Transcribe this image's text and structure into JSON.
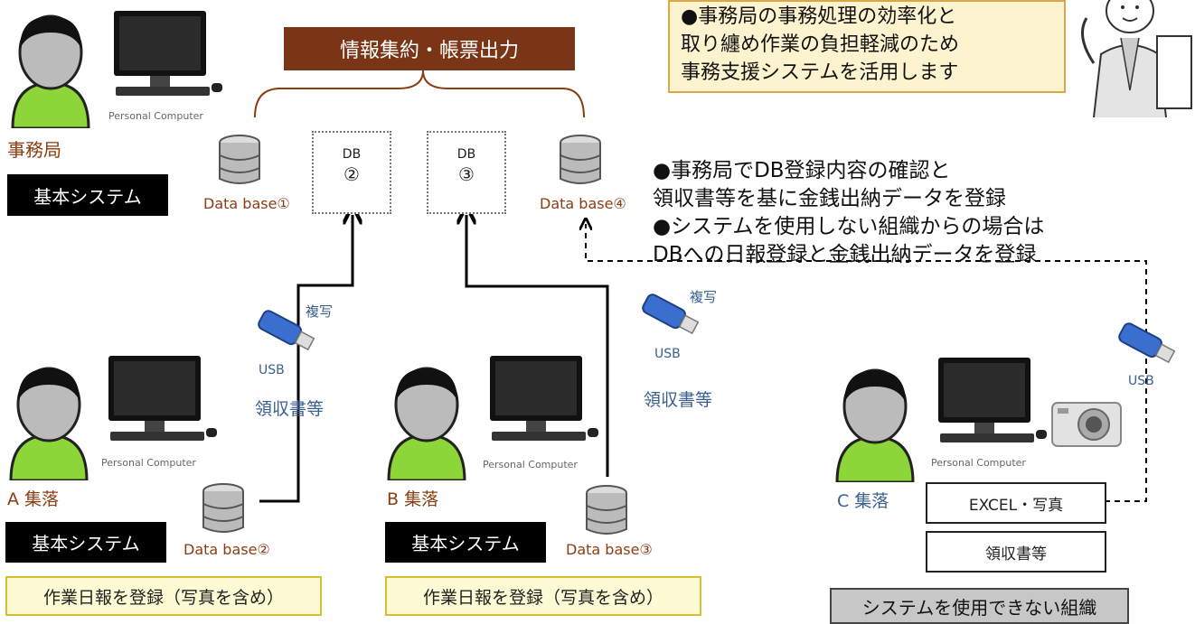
{
  "top_banner": "情報集約・帳票出力",
  "office": {
    "name": "事務局",
    "pc_label": "Personal Computer",
    "system": "基本システム"
  },
  "databases": {
    "db1": "Data base①",
    "db2_title": "DB",
    "db2_num": "②",
    "db3_title": "DB",
    "db3_num": "③",
    "db4": "Data base④"
  },
  "note": {
    "lines": [
      "●事務局の事務処理の効率化と",
      "取り纏め作業の負担軽減のため",
      "事務支援システムを活用します"
    ]
  },
  "info": {
    "lines": [
      "●事務局でDB登録内容の確認と",
      "領収書等を基に金銭出納データを登録",
      "●システムを使用しない組織からの場合は",
      "DBへの日報登録と金銭出納データを登録"
    ]
  },
  "usb": {
    "copy1": "複写",
    "usb1": "USB",
    "receipt1": "領収書等",
    "copy2": "複写",
    "usb2": "USB",
    "receipt2": "領収書等",
    "usb3": "USB"
  },
  "villages": {
    "a": {
      "name": "A 集落",
      "pc_label": "Personal Computer",
      "system": "基本システム",
      "db": "Data base②",
      "task": "作業日報を登録（写真を含め）"
    },
    "b": {
      "name": "B 集落",
      "pc_label": "Personal Computer",
      "system": "基本システム",
      "db": "Data base③",
      "task": "作業日報を登録（写真を含め）"
    },
    "c": {
      "name": "C 集落",
      "pc_label": "Personal Computer",
      "box1": "EXCEL・写真",
      "box2": "領収書等",
      "status": "システムを使用できない組織"
    }
  }
}
